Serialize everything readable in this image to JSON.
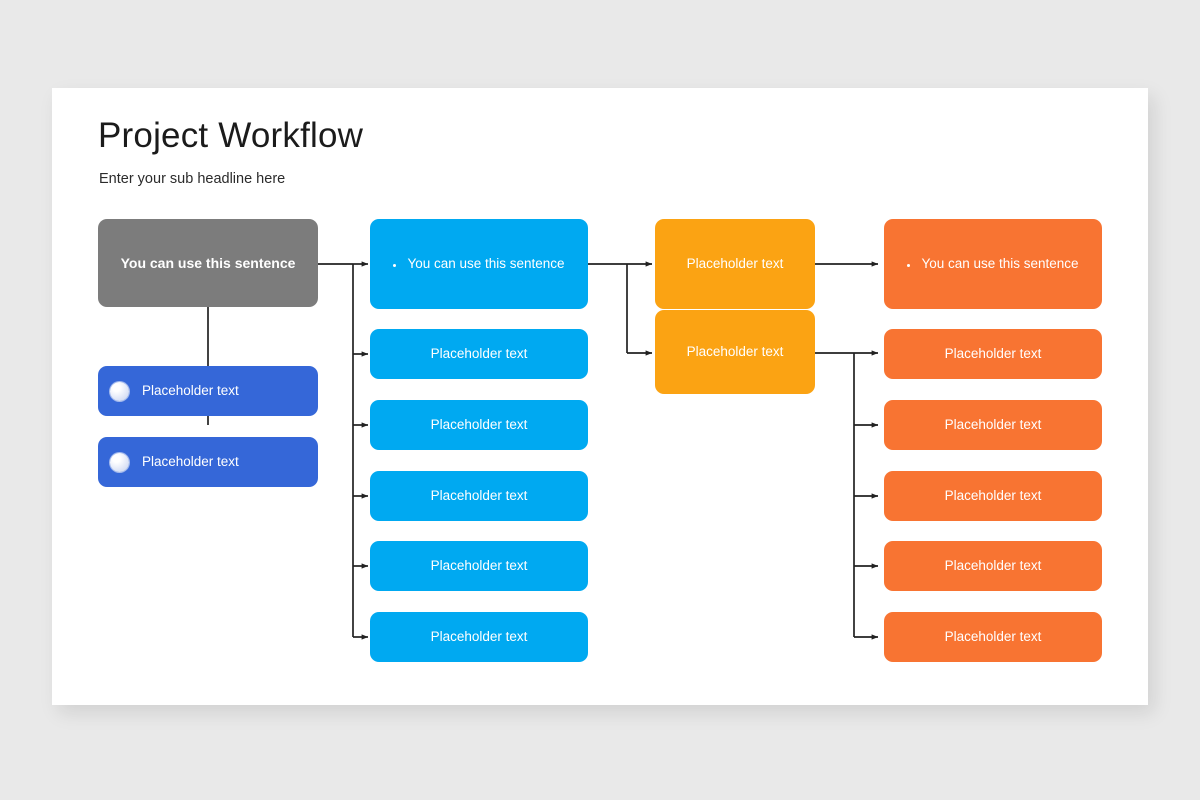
{
  "slide": {
    "title": "Project Workflow",
    "subtitle": "Enter your sub headline here"
  },
  "colors": {
    "page_background": "#e9e9e9",
    "card_background": "#ffffff",
    "gray": "#7c7c7c",
    "royal_blue": "#3567d8",
    "cyan": "#00a9f1",
    "amber": "#fba313",
    "orange": "#f87432",
    "connector": "#222222"
  },
  "diagram": {
    "column1": {
      "header": {
        "label": "You can use this sentence",
        "color": "#7c7c7c"
      },
      "items": [
        {
          "label": "Placeholder text",
          "icon": "circle-bullet-icon",
          "color": "#3567d8"
        },
        {
          "label": "Placeholder text",
          "icon": "circle-bullet-icon",
          "color": "#3567d8"
        }
      ]
    },
    "column2": {
      "color": "#00a9f1",
      "items": [
        {
          "label": "You can use this sentence",
          "bullet": "•"
        },
        {
          "label": "Placeholder text"
        },
        {
          "label": "Placeholder text"
        },
        {
          "label": "Placeholder text"
        },
        {
          "label": "Placeholder text"
        },
        {
          "label": "Placeholder text"
        }
      ]
    },
    "column3": {
      "color": "#fba313",
      "items": [
        {
          "label": "Placeholder text"
        },
        {
          "label": "Placeholder text"
        }
      ]
    },
    "column4": {
      "color": "#f87432",
      "items": [
        {
          "label": "You can use this sentence",
          "bullet": "•"
        },
        {
          "label": "Placeholder text"
        },
        {
          "label": "Placeholder text"
        },
        {
          "label": "Placeholder text"
        },
        {
          "label": "Placeholder text"
        },
        {
          "label": "Placeholder text"
        }
      ]
    }
  }
}
